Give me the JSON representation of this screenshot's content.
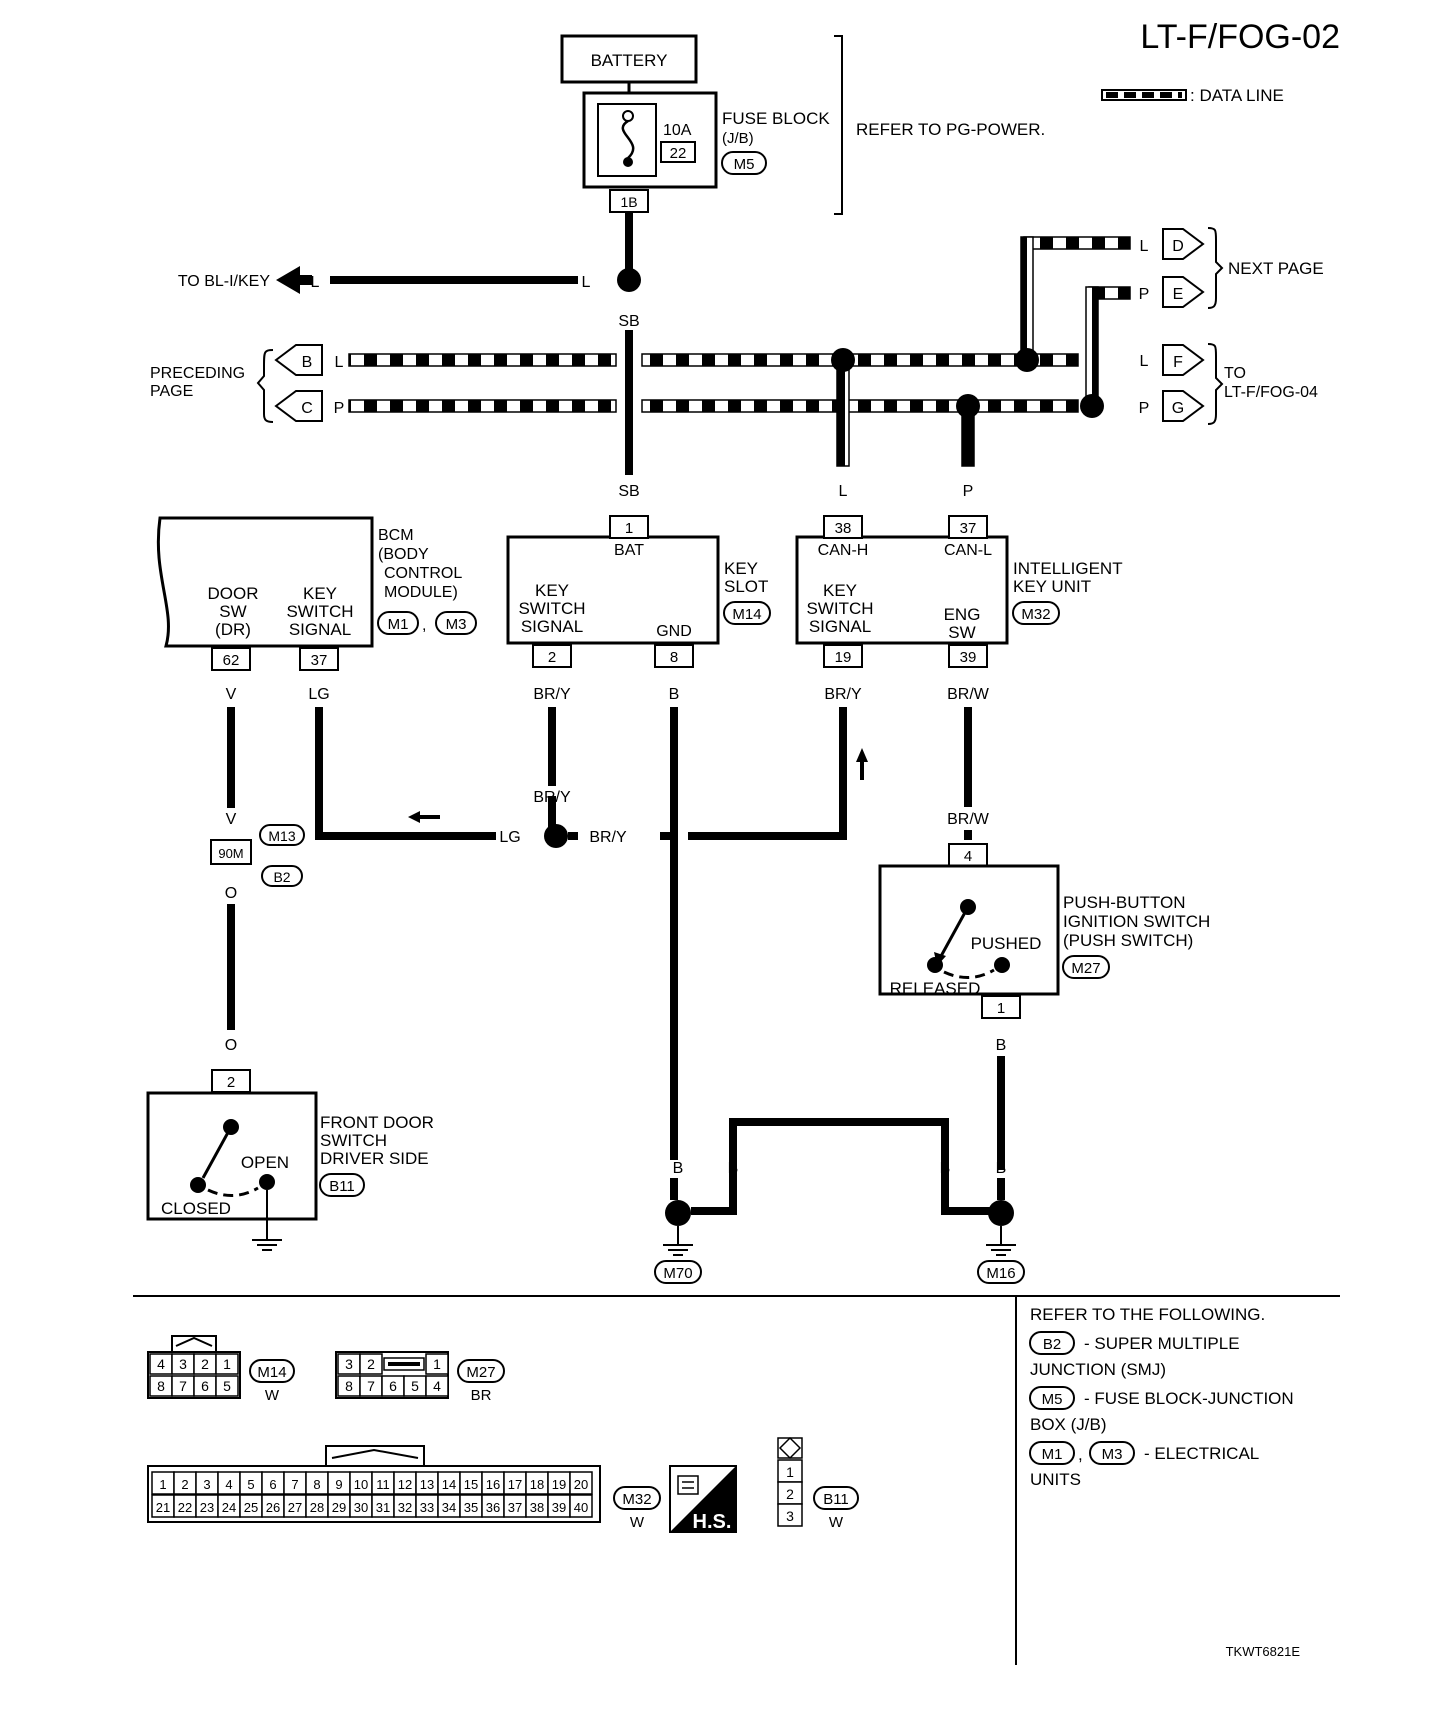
{
  "page_id": "LT-F/FOG-02",
  "legend": {
    "data_line": ": DATA LINE"
  },
  "battery": {
    "label": "BATTERY"
  },
  "fuse": {
    "amps": "10A",
    "number": "22",
    "name_line1": "FUSE BLOCK",
    "name_line2": "(J/B)",
    "connector": "M5",
    "terminal": "1B",
    "refer": "REFER TO PG-POWER."
  },
  "wires": {
    "L": "L",
    "SB": "SB",
    "P": "P",
    "V": "V",
    "LG": "LG",
    "BRY": "BR/Y",
    "B": "B",
    "BRW": "BR/W",
    "O": "O"
  },
  "to_bl": "TO BL-I/KEY",
  "next_page": "NEXT PAGE",
  "preceding_page": [
    "PRECEDING",
    "PAGE"
  ],
  "to_fog04": [
    "TO",
    "LT-F/FOG-04"
  ],
  "flags": {
    "B": "B",
    "C": "C",
    "D": "D",
    "E": "E",
    "F": "F",
    "G": "G"
  },
  "bcm": {
    "name": [
      "BCM",
      "(BODY",
      "CONTROL",
      "MODULE)"
    ],
    "connectors": [
      "M1",
      "M3"
    ],
    "comma": ",",
    "door_sw": [
      "DOOR",
      "SW",
      "(DR)"
    ],
    "key_switch": [
      "KEY",
      "SWITCH",
      "SIGNAL"
    ],
    "pin_door": "62",
    "pin_key": "37"
  },
  "key_slot": {
    "name": [
      "KEY",
      "SLOT"
    ],
    "connector": "M14",
    "bat": "BAT",
    "gnd": "GND",
    "key_switch": [
      "KEY",
      "SWITCH",
      "SIGNAL"
    ],
    "pin_bat": "1",
    "pin_sig": "2",
    "pin_gnd": "8"
  },
  "iku": {
    "name": [
      "INTELLIGENT",
      "KEY UNIT"
    ],
    "connector": "M32",
    "canh": "CAN-H",
    "canl": "CAN-L",
    "key_switch": [
      "KEY",
      "SWITCH",
      "SIGNAL"
    ],
    "eng_sw": [
      "ENG",
      "SW"
    ],
    "pin_canh": "38",
    "pin_canl": "37",
    "pin_sig": "19",
    "pin_eng": "39"
  },
  "junction": {
    "pin": "90M",
    "conn_top": "M13",
    "conn_bottom": "B2"
  },
  "push_switch": {
    "name": [
      "PUSH-BUTTON",
      "IGNITION SWITCH",
      "(PUSH SWITCH)"
    ],
    "connector": "M27",
    "pushed": "PUSHED",
    "released": "RELEASED",
    "pin_top": "4",
    "pin_bottom": "1"
  },
  "door_switch": {
    "name": [
      "FRONT DOOR",
      "SWITCH",
      "DRIVER SIDE"
    ],
    "connector": "B11",
    "open": "OPEN",
    "closed": "CLOSED",
    "pin": "2"
  },
  "grounds": [
    "M70",
    "M16"
  ],
  "connector_views": {
    "m14": {
      "id": "M14",
      "color": "W",
      "top": [
        "4",
        "3",
        "2",
        "1"
      ],
      "bottom": [
        "8",
        "7",
        "6",
        "5"
      ]
    },
    "m27": {
      "id": "M27",
      "color": "BR",
      "top": [
        "3",
        "2",
        "1"
      ],
      "bottom": [
        "8",
        "7",
        "6",
        "5",
        "4"
      ]
    },
    "m32": {
      "id": "M32",
      "color": "W",
      "top": [
        "1",
        "2",
        "3",
        "4",
        "5",
        "6",
        "7",
        "8",
        "9",
        "10",
        "11",
        "12",
        "13",
        "14",
        "15",
        "16",
        "17",
        "18",
        "19",
        "20"
      ],
      "bottom": [
        "21",
        "22",
        "23",
        "24",
        "25",
        "26",
        "27",
        "28",
        "29",
        "30",
        "31",
        "32",
        "33",
        "34",
        "35",
        "36",
        "37",
        "38",
        "39",
        "40"
      ]
    },
    "b11": {
      "id": "B11",
      "color": "W",
      "pins": [
        "1",
        "2",
        "3"
      ]
    },
    "hs": "H.S."
  },
  "refer_box": {
    "title": "REFER TO THE FOLLOWING.",
    "entries": [
      {
        "codes": [
          "B2"
        ],
        "text1": "- SUPER MULTIPLE",
        "text2": "JUNCTION (SMJ)"
      },
      {
        "codes": [
          "M5"
        ],
        "text1": "- FUSE BLOCK-JUNCTION",
        "text2": "BOX (J/B)"
      },
      {
        "codes": [
          "M1",
          "M3"
        ],
        "text1": "- ELECTRICAL",
        "text2": "UNITS"
      }
    ]
  },
  "figure_id": "TKWT6821E"
}
